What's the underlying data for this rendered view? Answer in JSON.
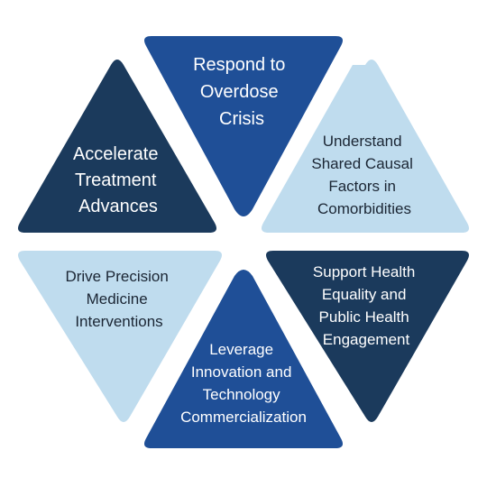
{
  "colors": {
    "navy": "#1b3a5c",
    "royal": "#1f4f97",
    "light": "#bfdcee",
    "text_on_dark": "#ffffff",
    "text_on_light": "#1b2634"
  },
  "segments": [
    {
      "id": "respond-overdose",
      "lines": [
        "Respond to",
        "Overdose",
        "Crisis"
      ],
      "color": "royal"
    },
    {
      "id": "understand-causal",
      "lines": [
        "Understand",
        "Shared Causal",
        "Factors in",
        "Comorbidities"
      ],
      "color": "light"
    },
    {
      "id": "support-health-equality",
      "lines": [
        "Support Health",
        "Equality and",
        "Public Health",
        "Engagement"
      ],
      "color": "navy"
    },
    {
      "id": "leverage-innovation",
      "lines": [
        "Leverage",
        "Innovation and",
        "Technology",
        "Commercialization"
      ],
      "color": "royal"
    },
    {
      "id": "drive-precision",
      "lines": [
        "Drive Precision",
        "Medicine",
        "Interventions"
      ],
      "color": "light"
    },
    {
      "id": "accelerate-treatment",
      "lines": [
        "Accelerate",
        "Treatment",
        "Advances"
      ],
      "color": "navy"
    }
  ]
}
